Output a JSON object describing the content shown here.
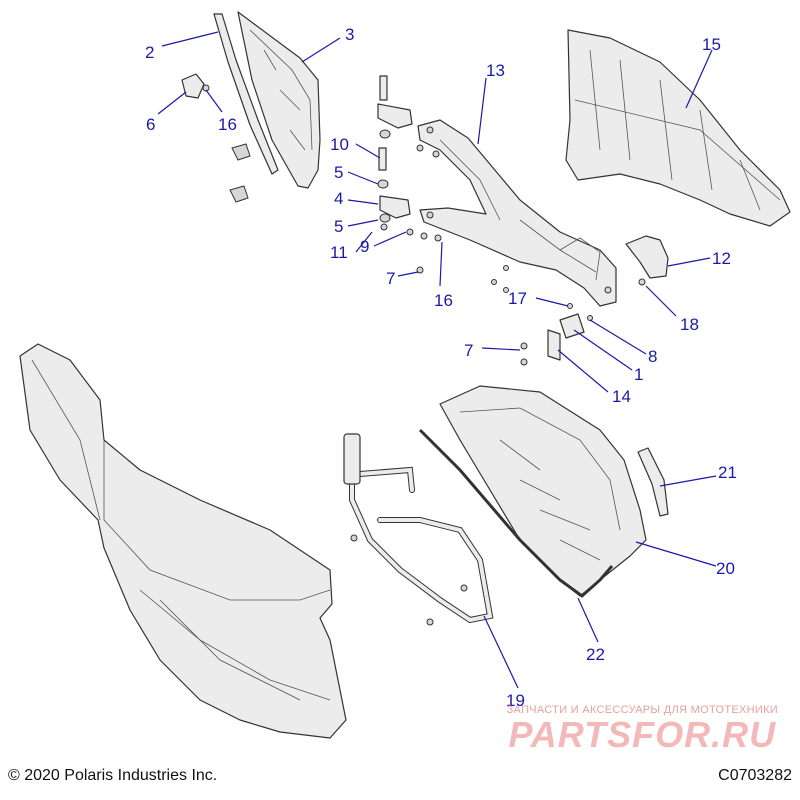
{
  "diagram": {
    "callouts": [
      {
        "id": "c2",
        "text": "2"
      },
      {
        "id": "c3",
        "text": "3"
      },
      {
        "id": "c6",
        "text": "6"
      },
      {
        "id": "c16a",
        "text": "16"
      },
      {
        "id": "c10",
        "text": "10"
      },
      {
        "id": "c5a",
        "text": "5"
      },
      {
        "id": "c4",
        "text": "4"
      },
      {
        "id": "c5b",
        "text": "5"
      },
      {
        "id": "c11",
        "text": "11"
      },
      {
        "id": "c9",
        "text": "9"
      },
      {
        "id": "c7a",
        "text": "7"
      },
      {
        "id": "c16b",
        "text": "16"
      },
      {
        "id": "c13",
        "text": "13"
      },
      {
        "id": "c15",
        "text": "15"
      },
      {
        "id": "c12",
        "text": "12"
      },
      {
        "id": "c18",
        "text": "18"
      },
      {
        "id": "c17",
        "text": "17"
      },
      {
        "id": "c8",
        "text": "8"
      },
      {
        "id": "c1",
        "text": "1"
      },
      {
        "id": "c7b",
        "text": "7"
      },
      {
        "id": "c14",
        "text": "14"
      },
      {
        "id": "c21",
        "text": "21"
      },
      {
        "id": "c20",
        "text": "20"
      },
      {
        "id": "c22",
        "text": "22"
      },
      {
        "id": "c19",
        "text": "19"
      }
    ]
  },
  "footer": {
    "copyright": "© 2020 Polaris Industries Inc.",
    "drawing_number": "C0703282"
  },
  "watermark": {
    "tagline": "ЗАПЧАСТИ И АКСЕССУАРЫ ДЛЯ МОТОТЕХНИКИ",
    "brand": "PARTSFOR.RU"
  },
  "colors": {
    "callout": "#1a1aa8",
    "part_fill": "#ececec",
    "watermark": "#f3b8b8"
  }
}
